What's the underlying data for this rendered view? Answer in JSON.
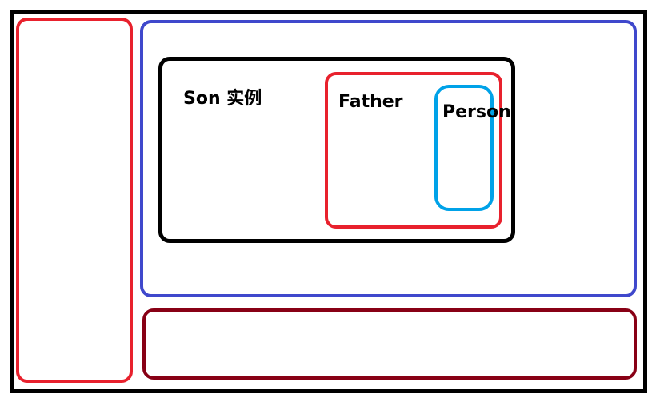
{
  "diagram": {
    "son_label": "Son 实例",
    "father_label": "Father",
    "person_label": "Person"
  },
  "colors": {
    "outer_frame": "#000000",
    "left_panel": "#e8212d",
    "main_panel": "#3f48cc",
    "bottom_panel": "#880015",
    "son_box": "#000000",
    "father_box": "#e8212d",
    "person_box": "#00a2e8"
  }
}
